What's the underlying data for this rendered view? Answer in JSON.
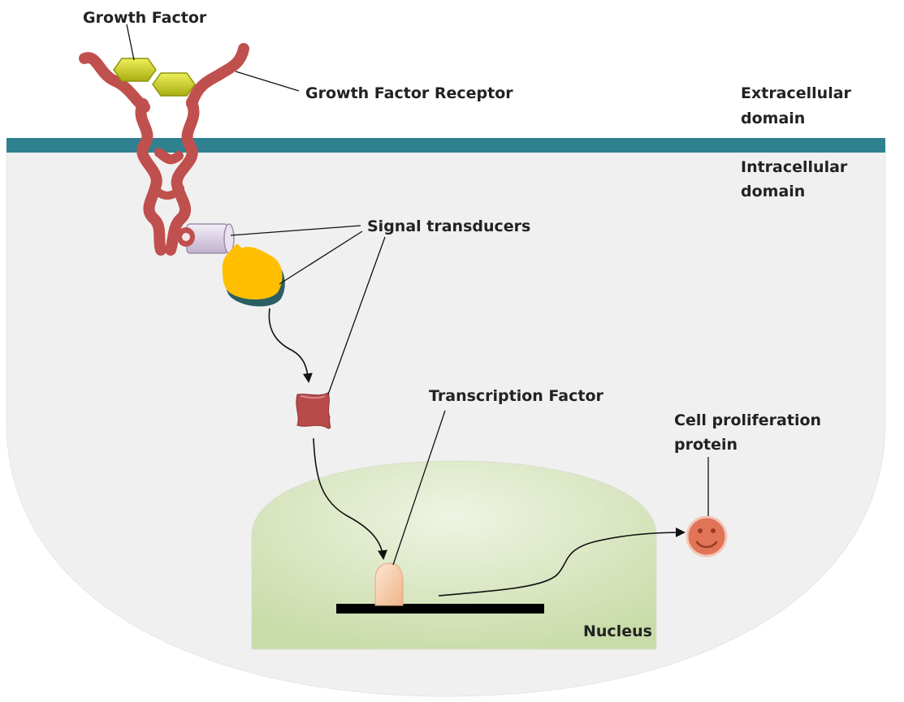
{
  "labels": {
    "growth_factor": "Growth Factor",
    "growth_factor_receptor": "Growth Factor Receptor",
    "extracellular_line1": "Extracellular",
    "extracellular_line2": "domain",
    "intracellular_line1": "Intracellular",
    "intracellular_line2": "domain",
    "signal_transducers": "Signal transducers",
    "transcription_factor": "Transcription Factor",
    "cell_protein_line1": "Cell proliferation",
    "cell_protein_line2": "protein",
    "nucleus": "Nucleus"
  },
  "colors": {
    "membrane": "#2f8190",
    "cytoplasm": "#f0f0f0",
    "receptor": "#c0504d",
    "growth_factor": "#d4d92a",
    "nucleus": "#d6e4bd",
    "transducer_1": "#dcd0e6",
    "transducer_2": "#ffbf00",
    "transducer_3": "#b84a4a",
    "transcription_factor": "#f6cfb0",
    "protein": "#e17457",
    "dna": "#000000"
  }
}
